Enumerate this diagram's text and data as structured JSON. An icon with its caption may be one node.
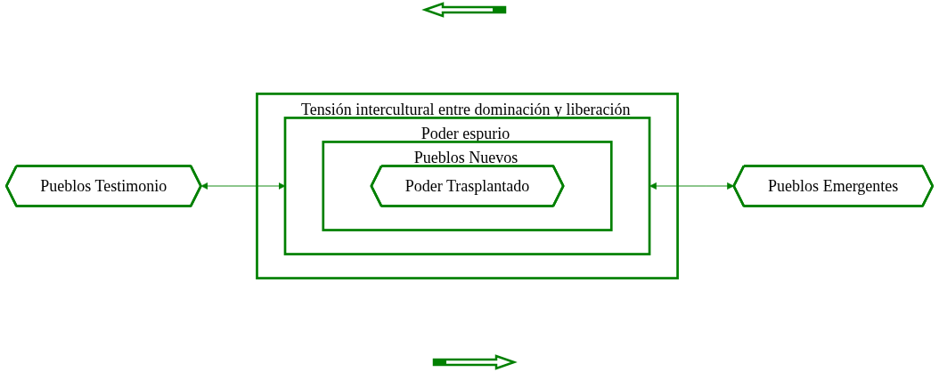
{
  "diagram": {
    "nodes": [
      {
        "text": [
          "Tensión intercultural entre dominación y liberación"
        ]
      },
      {
        "text": [
          "Poder espurio"
        ],
        "in": 0
      },
      {
        "text": [
          "Pueblos Nuevos"
        ],
        "in": 1
      },
      {
        "text": [
          "Poder Trasplantado"
        ],
        "in": 2
      },
      {
        "text": [
          "Pueblos Testimonio"
        ]
      },
      {
        "text": [
          "Pueblos Emergentes"
        ]
      }
    ],
    "edges": [
      {
        "from": 4,
        "to": 1,
        "arrow": "both"
      },
      {
        "from": 1,
        "to": 5,
        "arrow": "both"
      }
    ]
  }
}
